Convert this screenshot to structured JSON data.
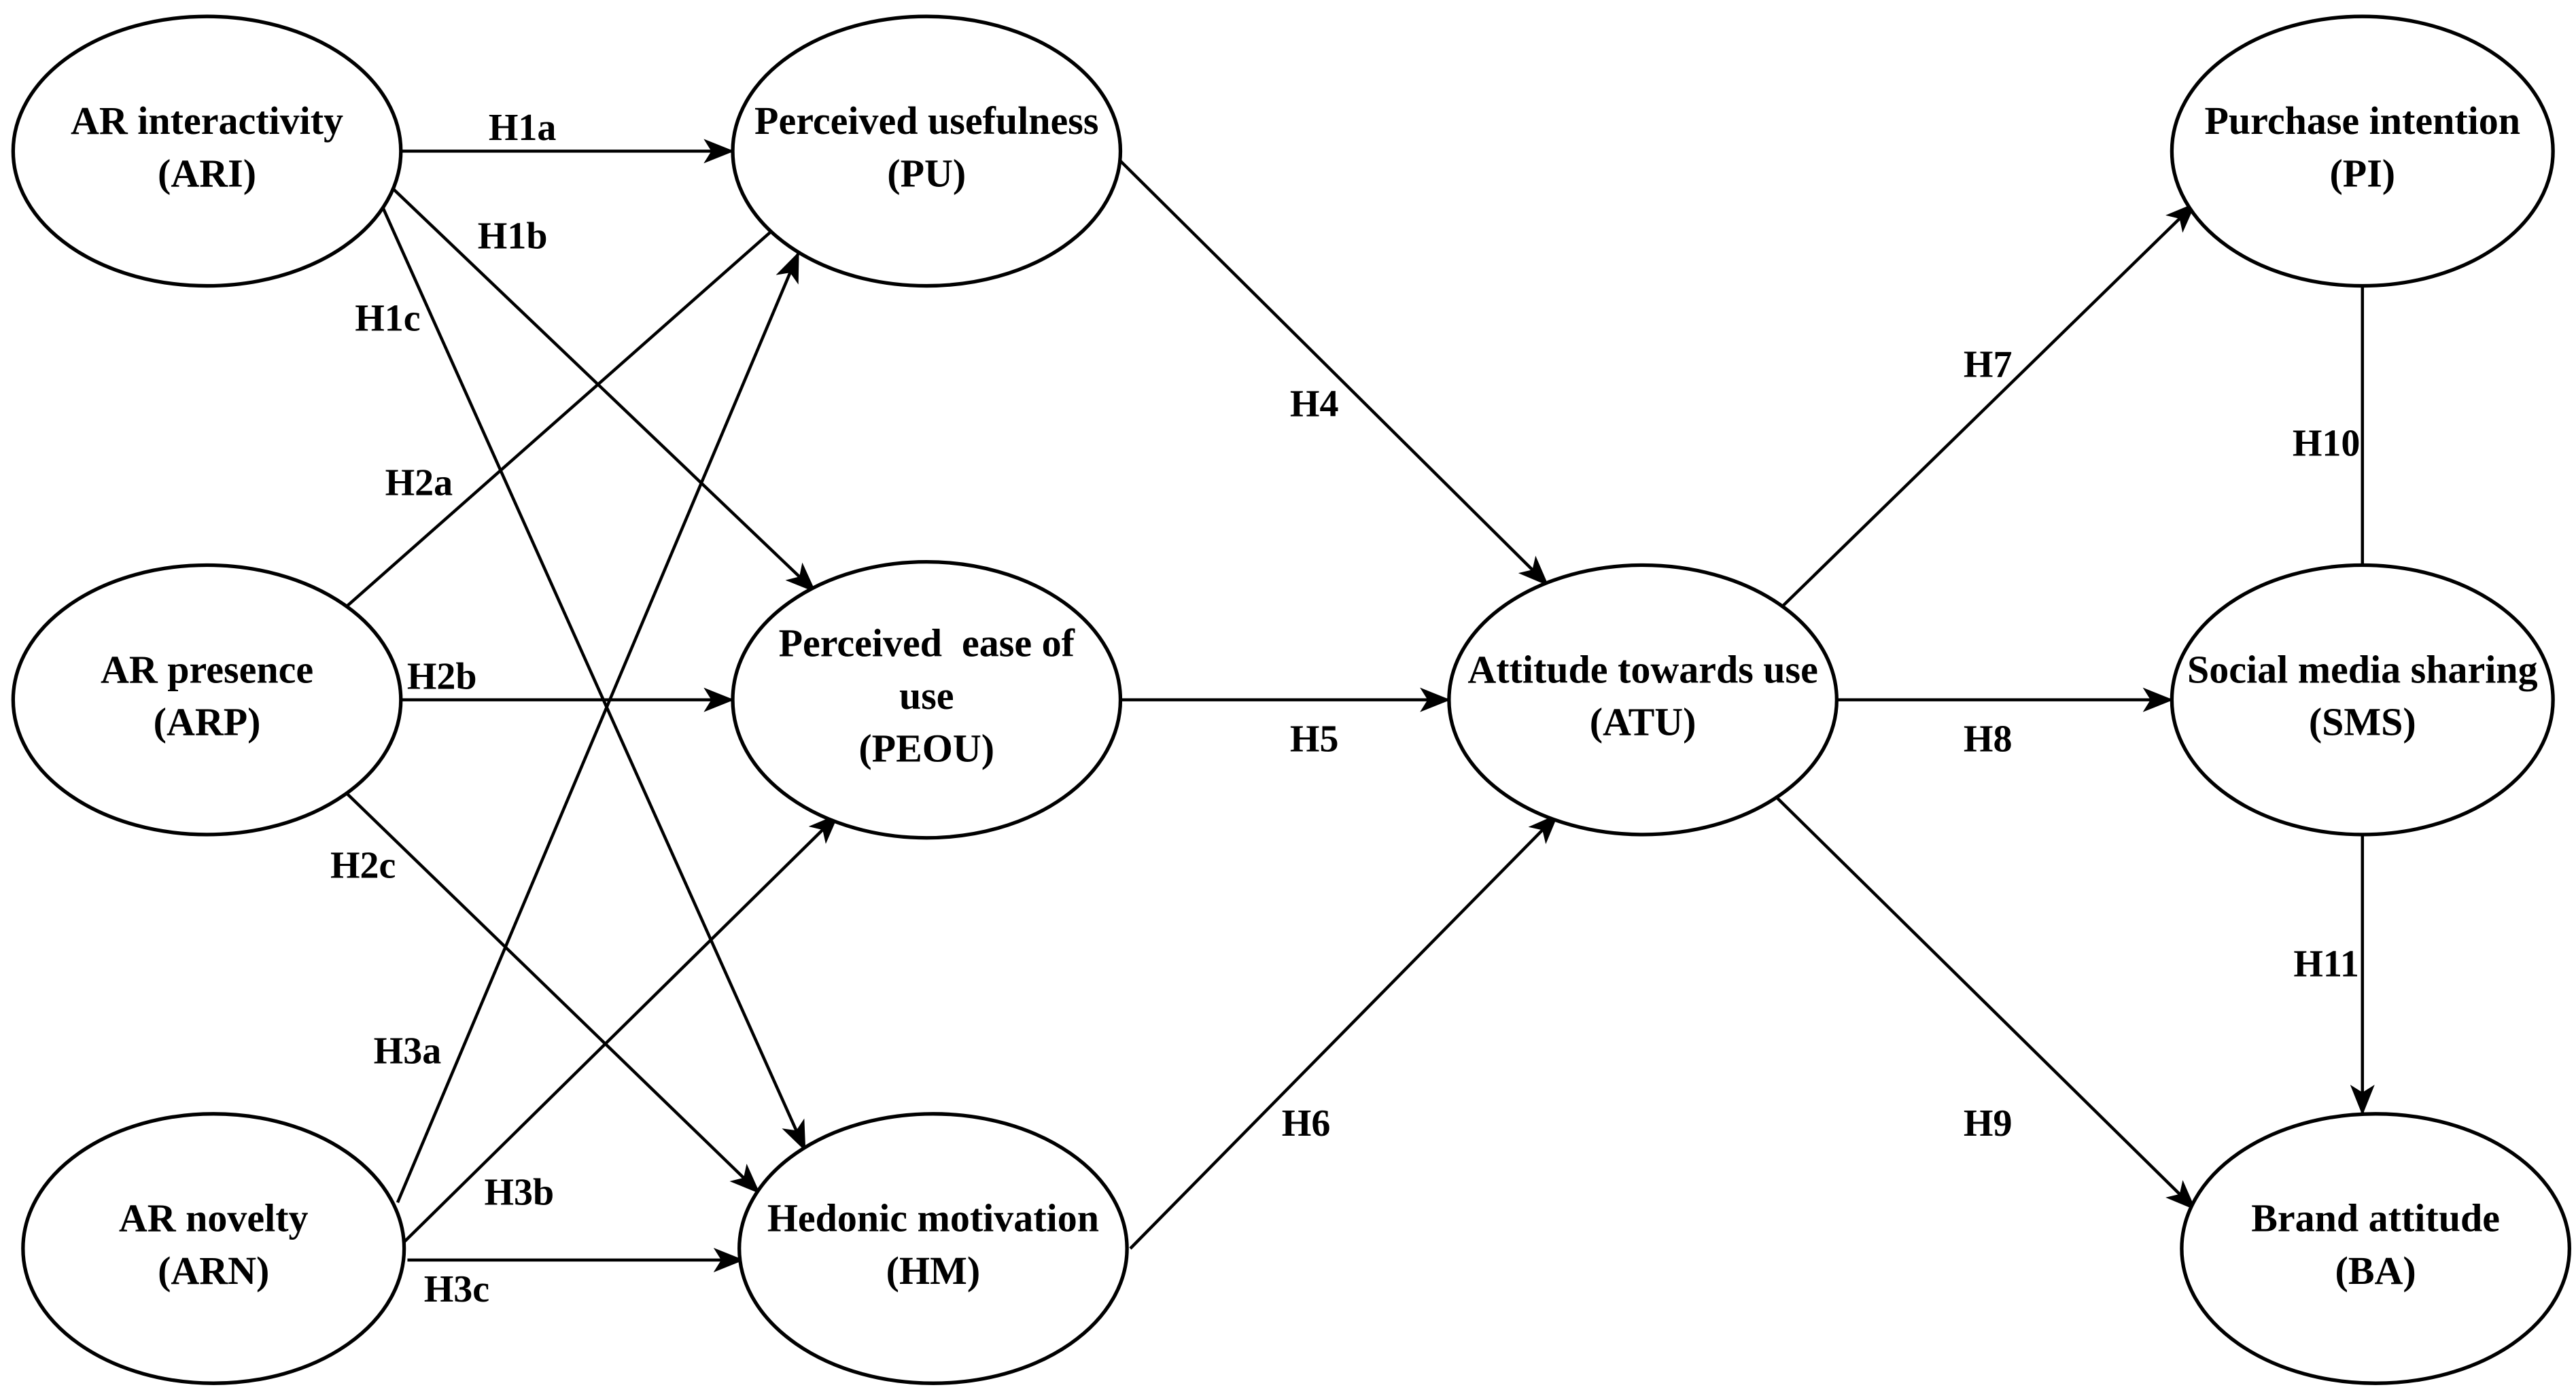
{
  "nodes": {
    "ARI": {
      "lines": [
        "AR interactivity",
        "(ARI)"
      ]
    },
    "ARP": {
      "lines": [
        "AR presence",
        "(ARP)"
      ]
    },
    "ARN": {
      "lines": [
        "AR novelty",
        "(ARN)"
      ]
    },
    "PU": {
      "lines": [
        "Perceived usefulness",
        "(PU)"
      ]
    },
    "PEOU": {
      "lines": [
        "Perceived  ease of",
        "use",
        "(PEOU)"
      ]
    },
    "HM": {
      "lines": [
        "Hedonic motivation",
        "(HM)"
      ]
    },
    "ATU": {
      "lines": [
        "Attitude towards use",
        "(ATU)"
      ]
    },
    "PI": {
      "lines": [
        "Purchase intention",
        "(PI)"
      ]
    },
    "SMS": {
      "lines": [
        "Social media sharing",
        "(SMS)"
      ]
    },
    "BA": {
      "lines": [
        "Brand attitude",
        "(BA)"
      ]
    }
  },
  "edges": [
    {
      "id": "H1a",
      "label": "H1a",
      "from": "ARI",
      "to": "PU"
    },
    {
      "id": "H1b",
      "label": "H1b",
      "from": "ARI",
      "to": "PEOU"
    },
    {
      "id": "H1c",
      "label": "H1c",
      "from": "ARI",
      "to": "HM"
    },
    {
      "id": "H2a",
      "label": "H2a",
      "from": "ARP",
      "to": "PU"
    },
    {
      "id": "H2b",
      "label": "H2b",
      "from": "ARP",
      "to": "PEOU"
    },
    {
      "id": "H2c",
      "label": "H2c",
      "from": "ARP",
      "to": "HM"
    },
    {
      "id": "H3a",
      "label": "H3a",
      "from": "ARN",
      "to": "PU"
    },
    {
      "id": "H3b",
      "label": "H3b",
      "from": "ARN",
      "to": "PEOU"
    },
    {
      "id": "H3c",
      "label": "H3c",
      "from": "ARN",
      "to": "HM"
    },
    {
      "id": "H4",
      "label": "H4",
      "from": "PU",
      "to": "ATU"
    },
    {
      "id": "H5",
      "label": "H5",
      "from": "PEOU",
      "to": "ATU"
    },
    {
      "id": "H6",
      "label": "H6",
      "from": "HM",
      "to": "ATU"
    },
    {
      "id": "H7",
      "label": "H7",
      "from": "ATU",
      "to": "PI"
    },
    {
      "id": "H8",
      "label": "H8",
      "from": "ATU",
      "to": "SMS"
    },
    {
      "id": "H9",
      "label": "H9",
      "from": "ATU",
      "to": "BA"
    },
    {
      "id": "H10",
      "label": "H10",
      "from": "SMS",
      "to": "PI"
    },
    {
      "id": "H11",
      "label": "H11",
      "from": "SMS",
      "to": "BA"
    }
  ]
}
